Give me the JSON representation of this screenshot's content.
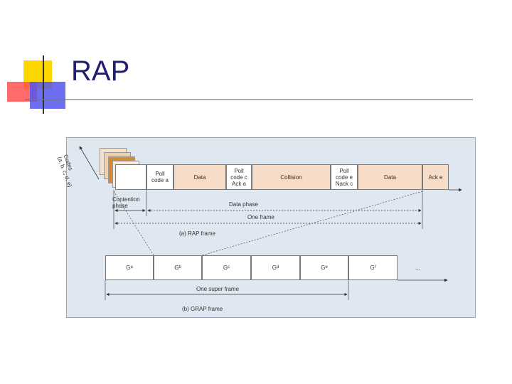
{
  "slide": {
    "title": "RAP"
  },
  "rap_frame": {
    "codes_label": "Codes\n(a, b, c, d, e)",
    "slots": [
      {
        "text": "Poll\ncode a"
      },
      {
        "text": "Data"
      },
      {
        "text": "Poll\ncode c\nAck a"
      },
      {
        "text": "Collision"
      },
      {
        "text": "Poll\ncode e\nNack c"
      },
      {
        "text": "Data"
      },
      {
        "text": "Ack e"
      }
    ],
    "contention_phase": "Contention\nphase",
    "data_phase": "Data phase",
    "one_frame": "One frame",
    "caption": "(a) RAP frame"
  },
  "grap_frame": {
    "groups": [
      {
        "main": "G",
        "sub": "a"
      },
      {
        "main": "G",
        "sub": "b"
      },
      {
        "main": "G",
        "sub": "c"
      },
      {
        "main": "G",
        "sub": "d"
      },
      {
        "main": "G",
        "sub": "e"
      },
      {
        "main": "G",
        "sub": "f"
      }
    ],
    "ellipsis": "...",
    "one_super_frame": "One super frame",
    "caption": "(b) GRAP frame"
  },
  "colors": {
    "title": "#1f1f6e",
    "slot_fill": "#f7dcc7",
    "figure_bg": "#dfe7f0",
    "deco_yellow": "#ffd700",
    "deco_red": "#ff3333",
    "deco_blue": "#3333ee"
  }
}
